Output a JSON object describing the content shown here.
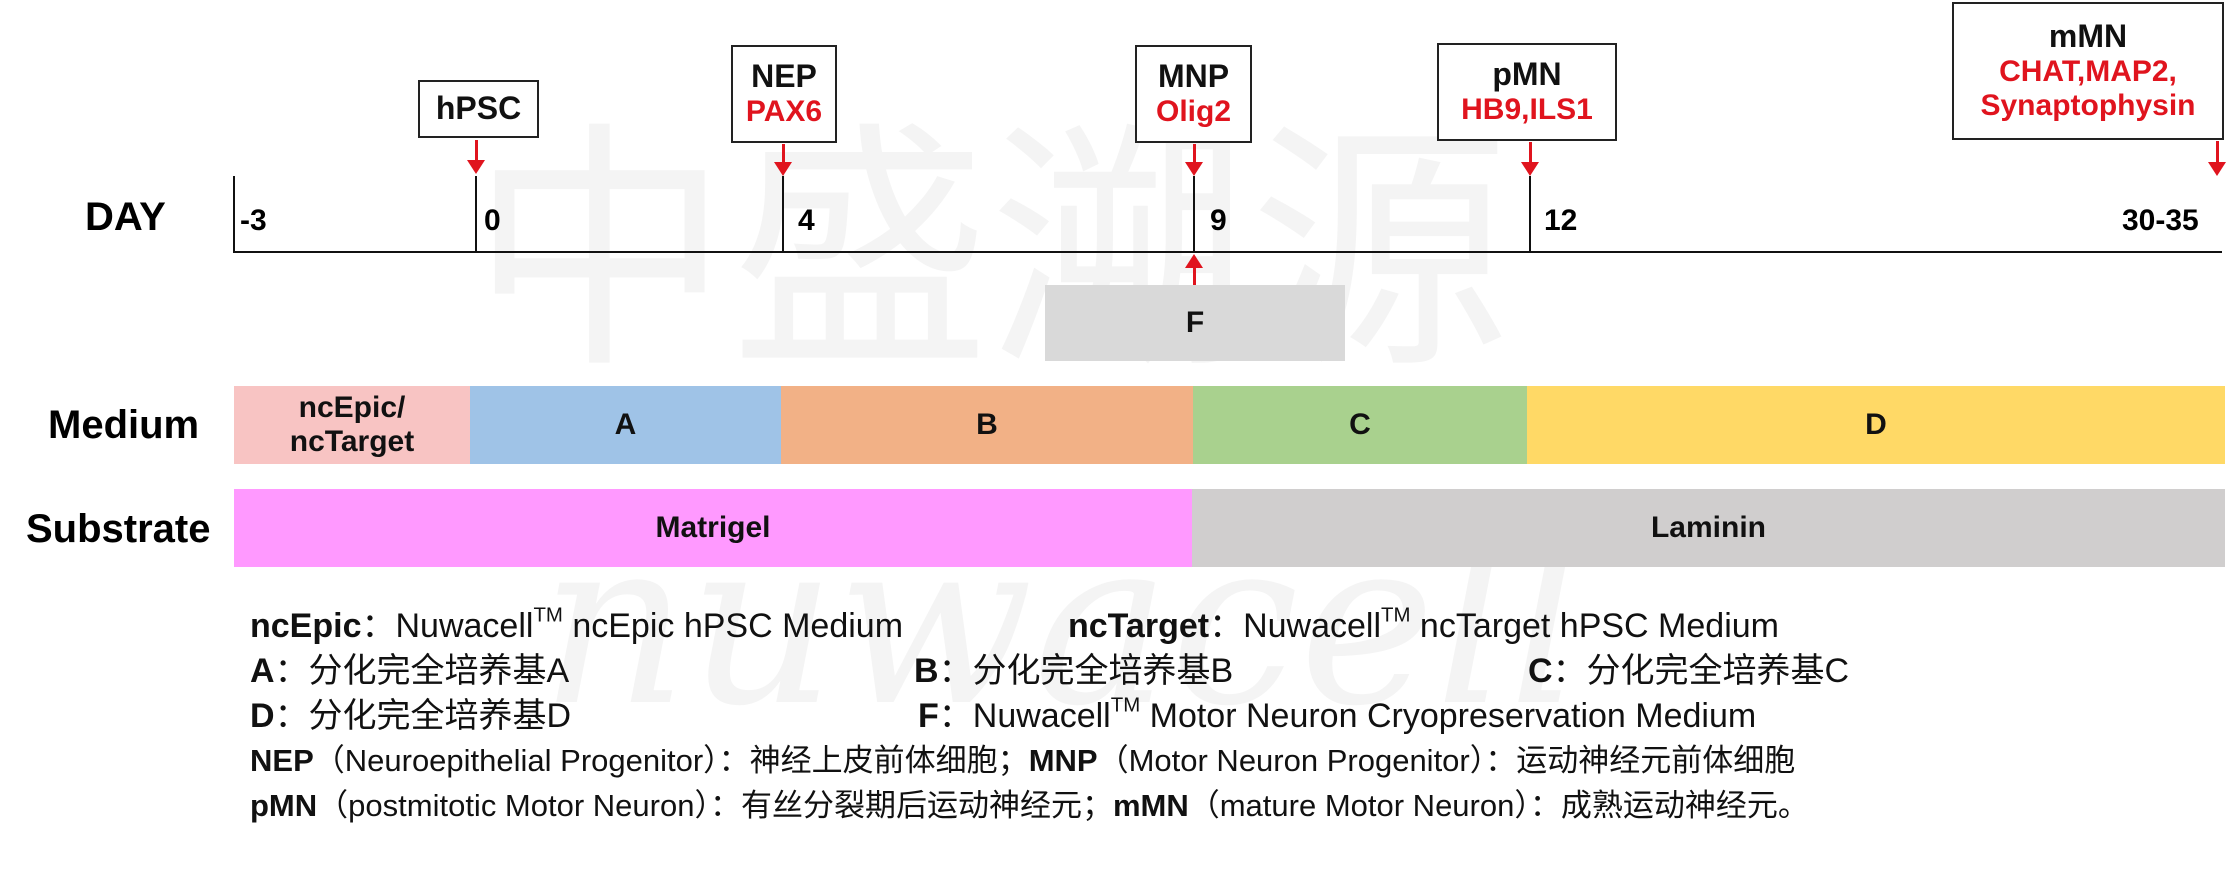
{
  "watermark": {
    "cn": "中盛溯源",
    "en": "nuwacell"
  },
  "labels": {
    "day": "DAY",
    "medium": "Medium",
    "substrate": "Substrate"
  },
  "days": [
    "-3",
    "0",
    "4",
    "9",
    "12",
    "30-35"
  ],
  "stages": [
    {
      "name": "hPSC",
      "markers": []
    },
    {
      "name": "NEP",
      "markers": [
        "PAX6"
      ]
    },
    {
      "name": "MNP",
      "markers": [
        "Olig2"
      ]
    },
    {
      "name": "pMN",
      "markers": [
        "HB9,ILS1"
      ]
    },
    {
      "name": "mMN",
      "markers": [
        "CHAT,MAP2,",
        "Synaptophysin"
      ]
    }
  ],
  "freeze": {
    "label": "F"
  },
  "medium": [
    {
      "label1": "ncEpic/",
      "label2": "ncTarget",
      "color": "#f8c4c3"
    },
    {
      "label1": "A",
      "label2": "",
      "color": "#9fc3e7"
    },
    {
      "label1": "B",
      "label2": "",
      "color": "#f2b186"
    },
    {
      "label1": "C",
      "label2": "",
      "color": "#a9d18e"
    },
    {
      "label1": "D",
      "label2": "",
      "color": "#ffd966"
    }
  ],
  "substrate": [
    {
      "label": "Matrigel",
      "color": "#ff99ff"
    },
    {
      "label": "Laminin",
      "color": "#d0cece"
    }
  ],
  "colors": {
    "marker": "#e0141e",
    "freeze": "#d9d9d9"
  },
  "legend": {
    "ncepic_key": "ncEpic",
    "ncepic_pre": "：Nuwacell",
    "ncepic_post": " ncEpic  hPSC Medium",
    "nctarget_key": "ncTarget",
    "nctarget_pre": "：Nuwacell",
    "nctarget_post": " ncTarget  hPSC Medium",
    "tm": "TM",
    "a_key": "A",
    "a_text": "：分化完全培养基A",
    "b_key": "B",
    "b_text": "：分化完全培养基B",
    "c_key": "C",
    "c_text": "：分化完全培养基C",
    "d_key": "D",
    "d_text": "：分化完全培养基D",
    "f_key": "F",
    "f_pre": "：Nuwacell",
    "f_post": " Motor Neuron Cryopreservation Medium",
    "nep_key": "NEP",
    "nep_text": "（Neuroepithelial Progenitor）：神经上皮前体细胞；",
    "mnp_key": "MNP",
    "mnp_text": "（Motor Neuron Progenitor）：运动神经元前体细胞",
    "pmn_key": "pMN",
    "pmn_text": "（postmitotic Motor Neuron）：有丝分裂期后运动神经元；",
    "mmn_key": "mMN",
    "mmn_text": "（mature Motor Neuron）：成熟运动神经元。"
  }
}
